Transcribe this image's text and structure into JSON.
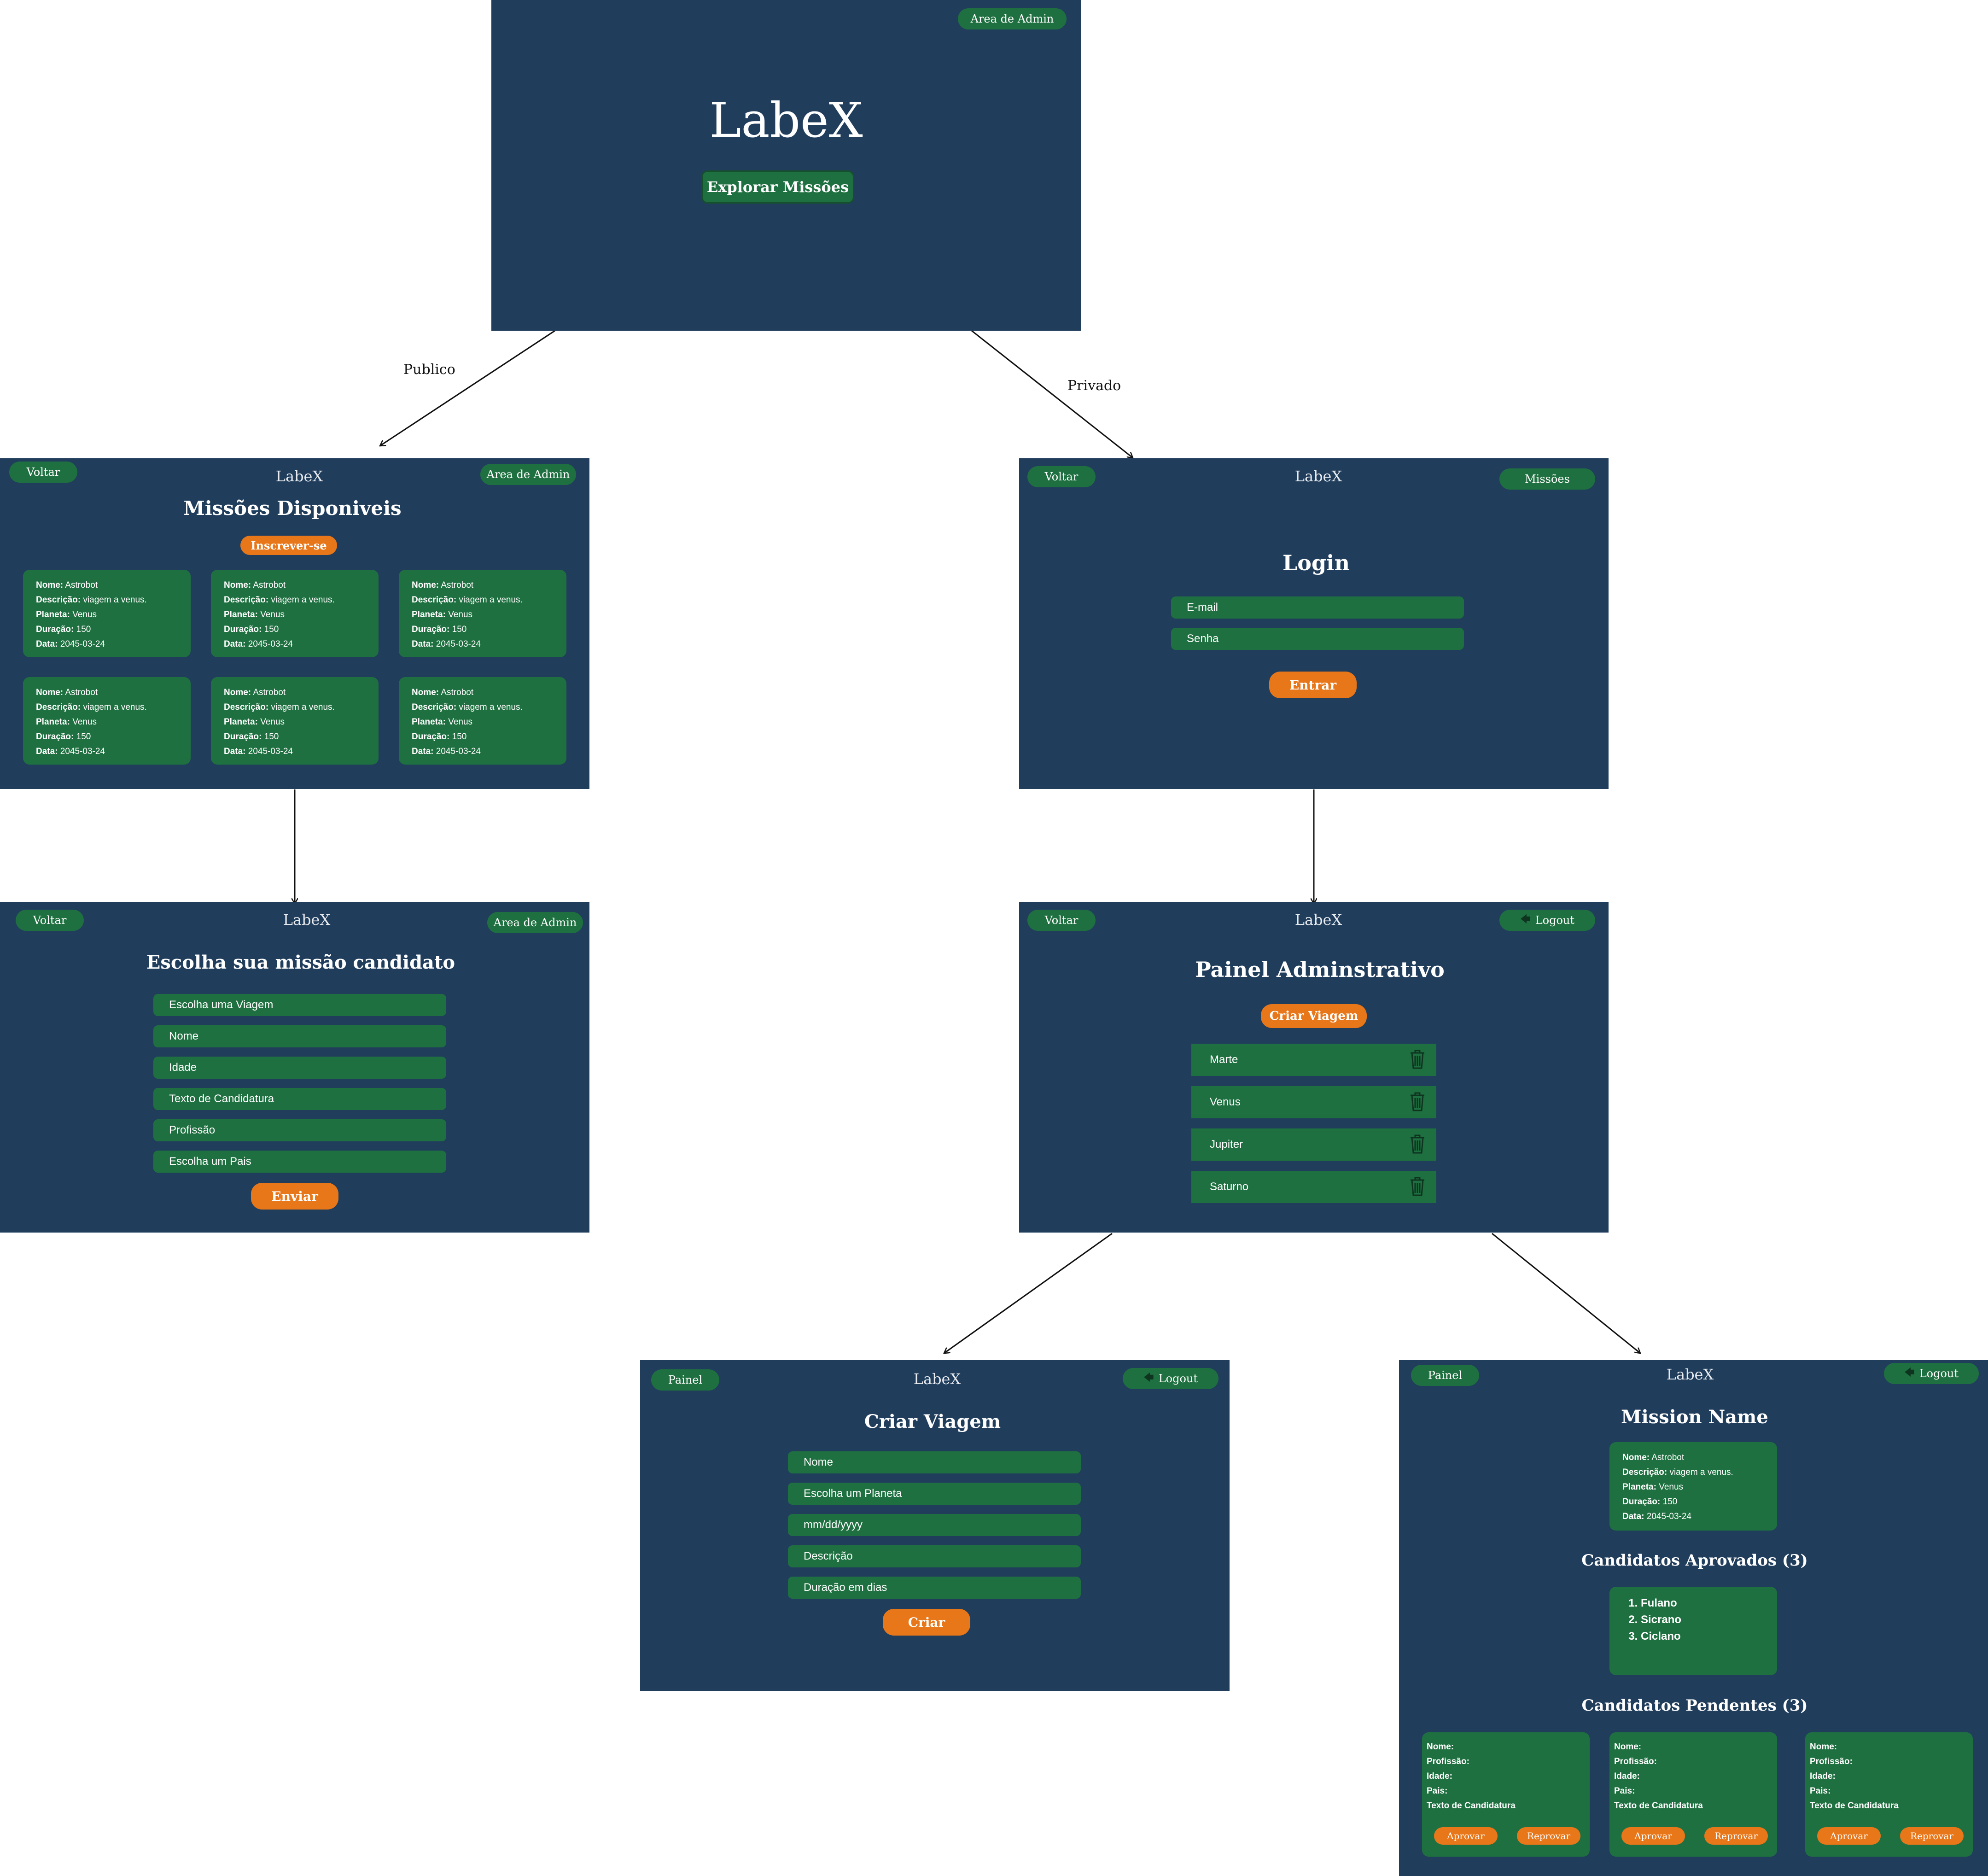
{
  "flow": {
    "label_public": "Publico",
    "label_private": "Privado"
  },
  "colors": {
    "screen_bg": "#203d5c",
    "green": "#1f7040",
    "orange": "#e8771a",
    "text": "#ffffff"
  },
  "home": {
    "admin_button": "Area de Admin",
    "logo": "LabeX",
    "explore_button": "Explorar  Missões"
  },
  "list_trips": {
    "back_button": "Voltar",
    "header": "LabeX",
    "admin_button": "Area de Admin",
    "title": "Missões Disponiveis",
    "subscribe_button": "Inscrever-se",
    "cards": [
      {
        "name_label": "Nome:",
        "name": "Astrobot",
        "desc_label": "Descrição:",
        "desc": "viagem a venus.",
        "planet_label": "Planeta:",
        "planet": "Venus",
        "duration_label": "Duração:",
        "duration": "150",
        "date_label": "Data:",
        "date": "2045-03-24"
      },
      {
        "name_label": "Nome:",
        "name": "Astrobot",
        "desc_label": "Descrição:",
        "desc": "viagem a venus.",
        "planet_label": "Planeta:",
        "planet": "Venus",
        "duration_label": "Duração:",
        "duration": "150",
        "date_label": "Data:",
        "date": "2045-03-24"
      },
      {
        "name_label": "Nome:",
        "name": "Astrobot",
        "desc_label": "Descrição:",
        "desc": "viagem a venus.",
        "planet_label": "Planeta:",
        "planet": "Venus",
        "duration_label": "Duração:",
        "duration": "150",
        "date_label": "Data:",
        "date": "2045-03-24"
      },
      {
        "name_label": "Nome:",
        "name": "Astrobot",
        "desc_label": "Descrição:",
        "desc": "viagem a venus.",
        "planet_label": "Planeta:",
        "planet": "Venus",
        "duration_label": "Duração:",
        "duration": "150",
        "date_label": "Data:",
        "date": "2045-03-24"
      },
      {
        "name_label": "Nome:",
        "name": "Astrobot",
        "desc_label": "Descrição:",
        "desc": "viagem a venus.",
        "planet_label": "Planeta:",
        "planet": "Venus",
        "duration_label": "Duração:",
        "duration": "150",
        "date_label": "Data:",
        "date": "2045-03-24"
      },
      {
        "name_label": "Nome:",
        "name": "Astrobot",
        "desc_label": "Descrição:",
        "desc": "viagem a venus.",
        "planet_label": "Planeta:",
        "planet": "Venus",
        "duration_label": "Duração:",
        "duration": "150",
        "date_label": "Data:",
        "date": "2045-03-24"
      }
    ]
  },
  "login": {
    "back_button": "Voltar",
    "header": "LabeX",
    "missions_button": "Missões",
    "title": "Login",
    "email_placeholder": "E-mail",
    "password_placeholder": "Senha",
    "submit_button": "Entrar"
  },
  "application": {
    "back_button": "Voltar",
    "header": "LabeX",
    "admin_button": "Area de Admin",
    "title": "Escolha sua missão candidato",
    "fields": [
      "Escolha uma Viagem",
      "Nome",
      "Idade",
      "Texto de Candidatura",
      "Profissão",
      "Escolha um Pais"
    ],
    "submit_button": "Enviar"
  },
  "admin_panel": {
    "back_button": "Voltar",
    "header": "LabeX",
    "logout_button": "Logout",
    "title": "Painel Adminstrativo",
    "create_button": "Criar Viagem",
    "trips": [
      "Marte",
      "Venus",
      "Jupiter",
      "Saturno"
    ]
  },
  "create_trip": {
    "panel_button": "Painel",
    "header": "LabeX",
    "logout_button": "Logout",
    "title": "Criar Viagem",
    "fields": [
      "Nome",
      "Escolha um Planeta",
      "mm/dd/yyyy",
      "Descrição",
      "Duração em dias"
    ],
    "submit_button": "Criar"
  },
  "trip_details": {
    "panel_button": "Painel",
    "header": "LabeX",
    "logout_button": "Logout",
    "title": "Mission Name",
    "card": {
      "name_label": "Nome:",
      "name": "Astrobot",
      "desc_label": "Descrição:",
      "desc": "viagem a venus.",
      "planet_label": "Planeta:",
      "planet": "Venus",
      "duration_label": "Duração:",
      "duration": "150",
      "date_label": "Data:",
      "date": "2045-03-24"
    },
    "approved_title": "Candidatos Aprovados (3)",
    "approved": [
      "Fulano",
      "Sicrano",
      "Ciclano"
    ],
    "pending_title": "Candidatos Pendentes (3)",
    "pending": [
      {
        "name_label": "Nome:",
        "profession_label": "Profissão:",
        "age_label": "Idade:",
        "country_label": "Pais:",
        "text_label": "Texto de Candidatura",
        "approve": "Aprovar",
        "reject": "Reprovar"
      },
      {
        "name_label": "Nome:",
        "profession_label": "Profissão:",
        "age_label": "Idade:",
        "country_label": "Pais:",
        "text_label": "Texto de Candidatura",
        "approve": "Aprovar",
        "reject": "Reprovar"
      },
      {
        "name_label": "Nome:",
        "profession_label": "Profissão:",
        "age_label": "Idade:",
        "country_label": "Pais:",
        "text_label": "Texto de Candidatura",
        "approve": "Aprovar",
        "reject": "Reprovar"
      }
    ]
  }
}
